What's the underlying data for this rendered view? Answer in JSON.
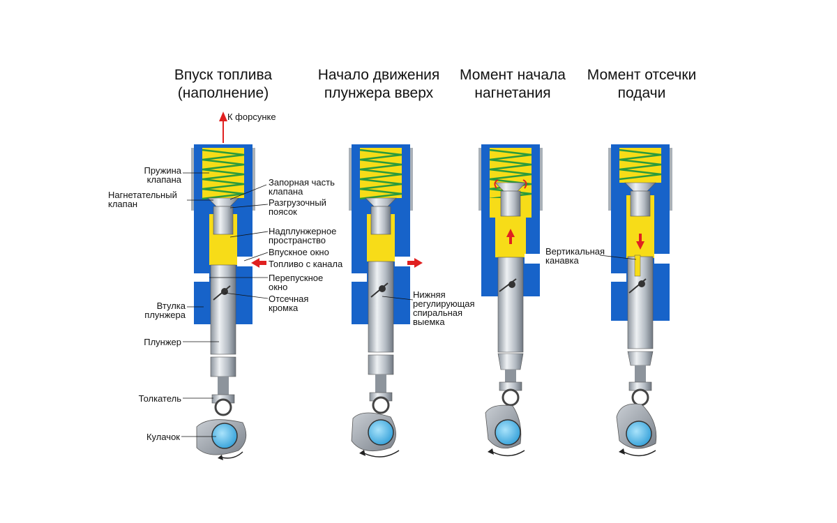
{
  "titles": {
    "stage1": [
      "Впуск топлива",
      "(наполнение)"
    ],
    "stage2": [
      "Начало движения",
      "плунжера вверх"
    ],
    "stage3": [
      "Момент начала",
      "нагнетания"
    ],
    "stage4": [
      "Момент отсечки",
      "подачи"
    ]
  },
  "labels": {
    "to_injector": "К форсунке",
    "valve_spring": [
      "Пружина",
      "клапана"
    ],
    "delivery_valve": [
      "Нагнетательный",
      "клапан"
    ],
    "valve_seat": [
      "Запорная часть",
      "клапана"
    ],
    "relief_collar": [
      "Разгрузочный",
      "поясок"
    ],
    "above_plunger_space": [
      "Надплунжерное",
      "пространство"
    ],
    "inlet_port": "Впускное окно",
    "fuel_from_channel": "Топливо с канала",
    "bypass_port": [
      "Перепускное",
      "окно"
    ],
    "cutoff_edge": [
      "Отсечная",
      "кромка"
    ],
    "plunger_sleeve": [
      "Втулка",
      "плунжера"
    ],
    "plunger": "Плунжер",
    "tappet": "Толкатель",
    "cam": "Кулачок",
    "helix_groove": [
      "Нижняя",
      "регулирующая",
      "спиральная",
      "выемка"
    ],
    "vertical_groove": [
      "Вертикальная",
      "канавка"
    ]
  },
  "colors": {
    "housing_blue": "#1763c9",
    "fuel_yellow": "#f7dc18",
    "spring_green": "#2a9a3c",
    "steel": "#c7cdd4",
    "arrow_red": "#e02020",
    "cam_gray": "#9aa0a8",
    "roller_cyan": "#4cb9ea"
  },
  "icons": [
    "arrow-up-icon",
    "arrow-left-icon",
    "arrow-right-icon",
    "arrow-down-icon",
    "rotation-arrow-icon"
  ]
}
